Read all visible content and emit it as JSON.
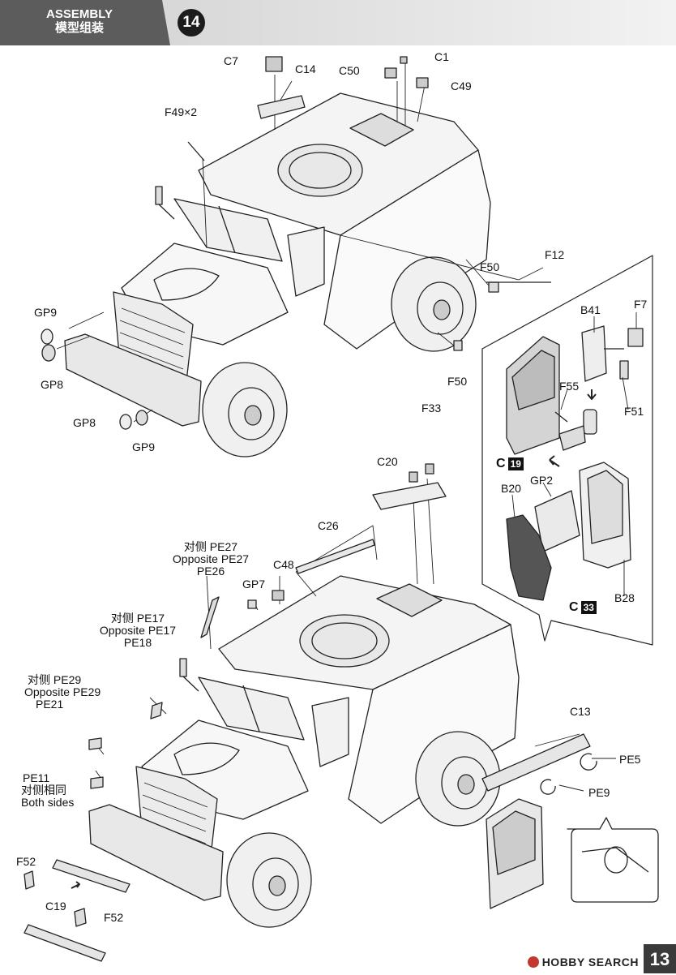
{
  "header": {
    "title_en": "ASSEMBLY",
    "title_cn": "模型组装",
    "step": "14"
  },
  "labels": {
    "c7": "C7",
    "c14": "C14",
    "c50": "C50",
    "c1": "C1",
    "c49": "C49",
    "f49": "F49×2",
    "f12": "F12",
    "f50_a": "F50",
    "f50_b": "F50",
    "gp9_a": "GP9",
    "gp8_a": "GP8",
    "gp8_b": "GP8",
    "gp9_b": "GP9",
    "b41": "B41",
    "f7": "F7",
    "f55": "F55",
    "f51": "F51",
    "b20": "B20",
    "gp2": "GP2",
    "b28": "B28",
    "f33": "F33",
    "c20": "C20",
    "c26": "C26",
    "c48": "C48",
    "gp7": "GP7",
    "pe27_cn": "对侧 PE27",
    "pe27_en": "Opposite PE27",
    "pe26": "PE26",
    "pe17_cn": "对侧 PE17",
    "pe17_en": "Opposite PE17",
    "pe18": "PE18",
    "pe29_cn": "对侧  PE29",
    "pe29_en": "Opposite PE29",
    "pe21": "PE21",
    "pe11": "PE11",
    "both_cn": "对侧相同",
    "both_en": "Both sides",
    "c13": "C13",
    "pe5": "PE5",
    "pe9": "PE9",
    "f52_a": "F52",
    "c19_bottom": "C19",
    "f52_b": "F52"
  },
  "callouts": {
    "c19_letter": "C",
    "c19_box": "19",
    "c33_letter": "C",
    "c33_box": "33"
  },
  "footer": {
    "page": "13",
    "watermark": "HOBBY SEARCH"
  }
}
